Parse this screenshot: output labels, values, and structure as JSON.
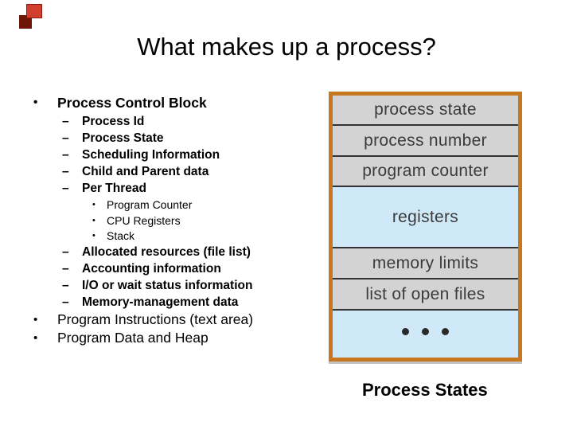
{
  "slide": {
    "title": "What makes up a process?",
    "caption": "Process States"
  },
  "bullets": [
    {
      "level": 1,
      "marker": "•",
      "text": "Process Control Block"
    },
    {
      "level": 2,
      "marker": "–",
      "text": "Process Id"
    },
    {
      "level": 2,
      "marker": "–",
      "text": "Process State"
    },
    {
      "level": 2,
      "marker": "–",
      "text": "Scheduling Information"
    },
    {
      "level": 2,
      "marker": "–",
      "text": "Child and Parent data"
    },
    {
      "level": 2,
      "marker": "–",
      "text": "Per Thread"
    },
    {
      "level": 3,
      "marker": "•",
      "text": "Program Counter"
    },
    {
      "level": 3,
      "marker": "•",
      "text": "CPU Registers"
    },
    {
      "level": 3,
      "marker": "•",
      "text": "Stack"
    },
    {
      "level": 2,
      "marker": "–",
      "text": "Allocated resources (file list)"
    },
    {
      "level": 2,
      "marker": "–",
      "text": "Accounting information"
    },
    {
      "level": 2,
      "marker": "–",
      "text": "I/O or wait status information"
    },
    {
      "level": 2,
      "marker": "–",
      "text": "Memory-management data"
    },
    {
      "level": 1,
      "marker": "•",
      "text": "Program Instructions (text area)"
    },
    {
      "level": 1,
      "marker": "•",
      "text": "Program Data and Heap"
    }
  ],
  "diagram": {
    "rows": [
      {
        "label": "process state",
        "fill": "gray"
      },
      {
        "label": "process number",
        "fill": "gray"
      },
      {
        "label": "program counter",
        "fill": "gray"
      },
      {
        "label": "registers",
        "fill": "blue"
      },
      {
        "label": "memory limits",
        "fill": "gray"
      },
      {
        "label": "list of open files",
        "fill": "gray"
      },
      {
        "label": "",
        "fill": "blue",
        "note": "ellipsis-dots"
      }
    ]
  },
  "colors": {
    "figure-border": "#c8771e",
    "row-gray": "#d3d3d3",
    "row-blue": "#cfe9f8",
    "row-text": "#3b3b3b",
    "deco-red": "#d0402c",
    "deco-maroon": "#6e1708"
  }
}
